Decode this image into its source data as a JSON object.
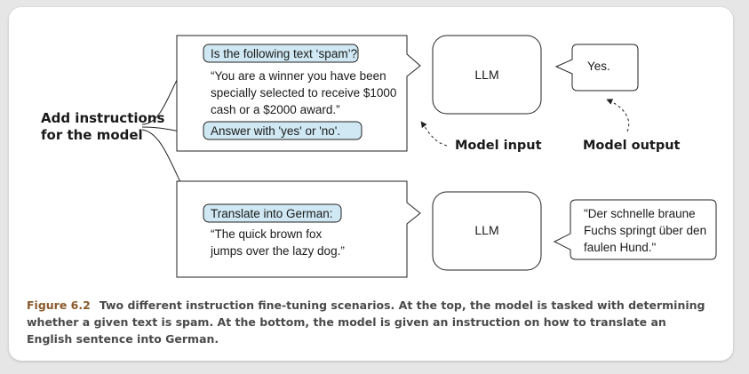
{
  "colors": {
    "highlight_fill": "#cfe8f3",
    "outline": "#222222",
    "caption_text": "#4a4a4a",
    "figure_number": "#8a5a2b"
  },
  "side_label": [
    "Add instructions",
    "for the model"
  ],
  "top": {
    "instruction": "Is the following text ‘spam’?",
    "input_lines": [
      "“You are a winner you have been",
      "specially selected to receive $1000",
      "cash or a $2000 award.”"
    ],
    "answer_instruction": "Answer with 'yes' or 'no'.",
    "model_label": "LLM",
    "output": "Yes.",
    "model_input_label": "Model input",
    "model_output_label": "Model output"
  },
  "bottom": {
    "instruction": "Translate into German:",
    "input_lines": [
      "“The quick brown fox",
      "jumps over the lazy dog.”"
    ],
    "model_label": "LLM",
    "output_lines": [
      "\"Der schnelle braune",
      "Fuchs springt über den",
      "faulen Hund.\""
    ]
  },
  "caption": {
    "figure_number": "Figure 6.2",
    "text": "Two different instruction fine-tuning scenarios. At the top, the model is tasked with determining whether a given text is spam. At the bottom, the model is given an instruction on how to translate an English sentence into German."
  }
}
